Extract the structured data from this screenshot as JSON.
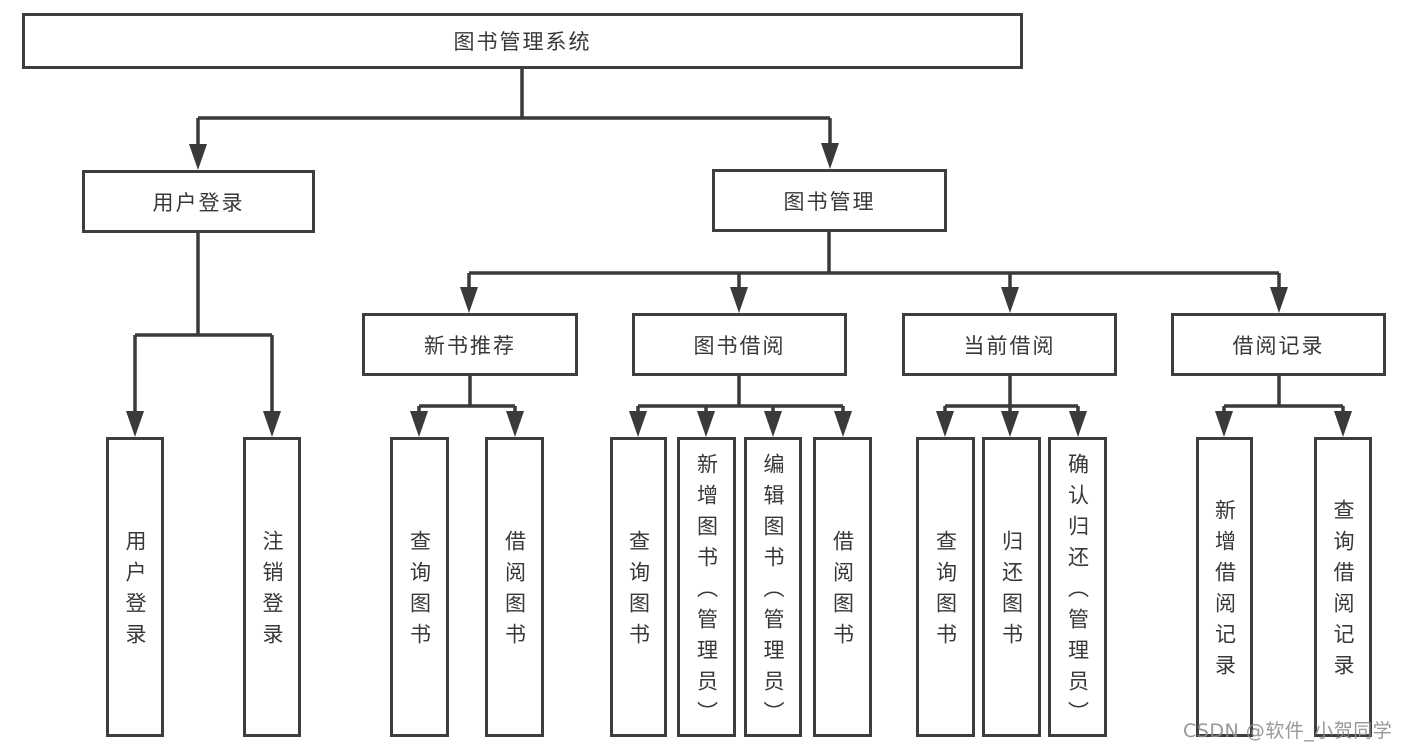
{
  "tree": {
    "label": "图书管理系统",
    "children": [
      {
        "label": "用户登录",
        "children": [
          {
            "label": "用户登录"
          },
          {
            "label": "注销登录"
          }
        ]
      },
      {
        "label": "图书管理",
        "children": [
          {
            "label": "新书推荐",
            "children": [
              {
                "label": "查询图书"
              },
              {
                "label": "借阅图书"
              }
            ]
          },
          {
            "label": "图书借阅",
            "children": [
              {
                "label": "查询图书"
              },
              {
                "label": "新增图书（管理员）"
              },
              {
                "label": "编辑图书（管理员）"
              },
              {
                "label": "借阅图书"
              }
            ]
          },
          {
            "label": "当前借阅",
            "children": [
              {
                "label": "查询图书"
              },
              {
                "label": "归还图书"
              },
              {
                "label": "确认归还（管理员）"
              }
            ]
          },
          {
            "label": "借阅记录",
            "children": [
              {
                "label": "新增借阅记录"
              },
              {
                "label": "查询借阅记录"
              }
            ]
          }
        ]
      }
    ]
  },
  "watermark": "CSDN @软件_小贺同学",
  "colors": {
    "box_border": "#3e3e40",
    "line": "#3a3a3c",
    "text": "#38383a",
    "watermark_text": "#8c8c91"
  }
}
